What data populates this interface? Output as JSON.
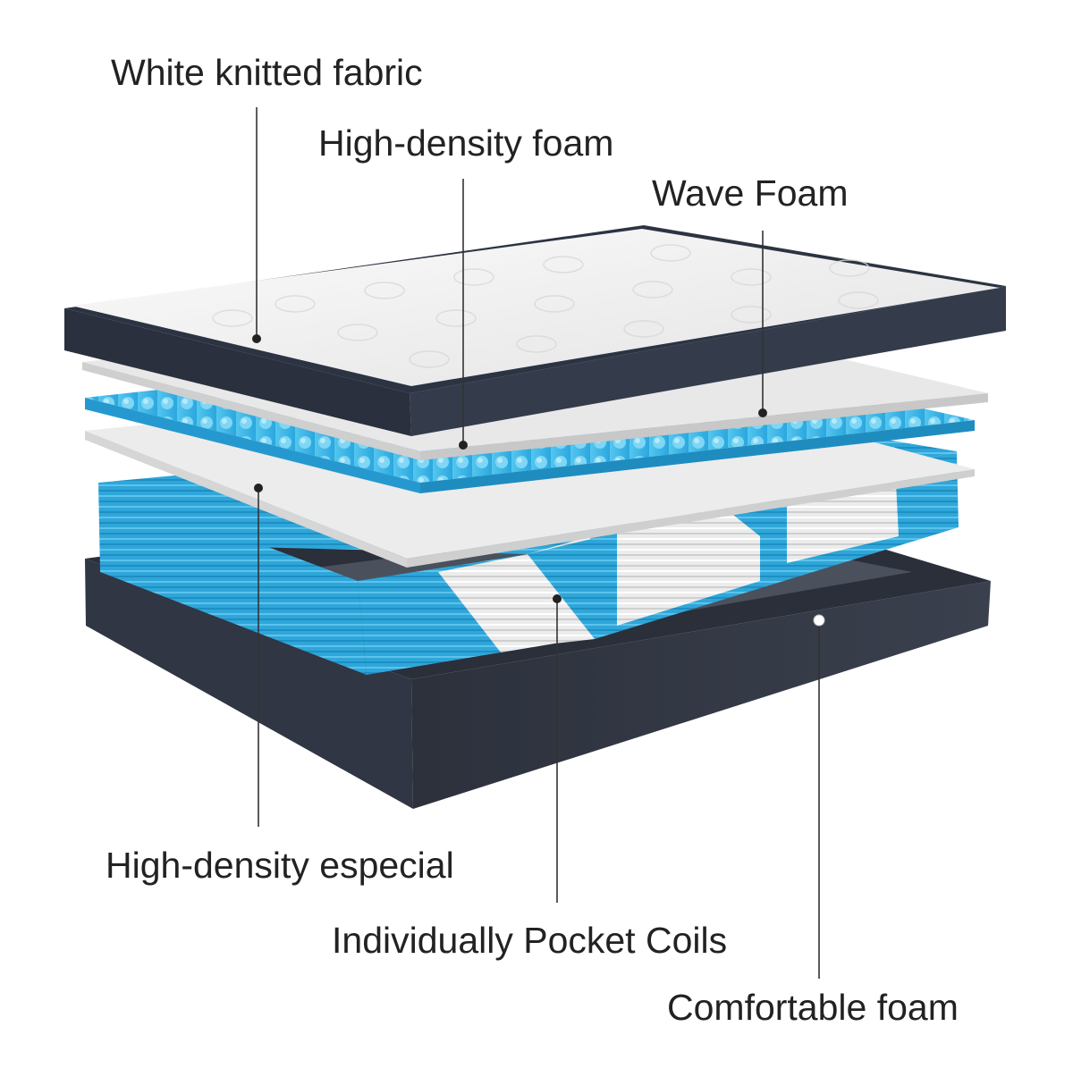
{
  "labels": {
    "white_knitted_fabric": "White knitted fabric",
    "high_density_foam": "High-density foam",
    "wave_foam": "Wave Foam",
    "high_density_especial": "High-density especial",
    "individually_pocket_coils": "Individually Pocket Coils",
    "comfortable_foam": "Comfortable foam"
  },
  "colors": {
    "fabric_top": "#f2f2f2",
    "fabric_border": "#2d3443",
    "foam_white": "#e9e9e9",
    "wave_blue": "#3bb7e8",
    "coil_blue": "#2fa6d9",
    "coil_white": "#eaeaea",
    "base_dark": "#2f3440",
    "leader_line": "#333333"
  }
}
